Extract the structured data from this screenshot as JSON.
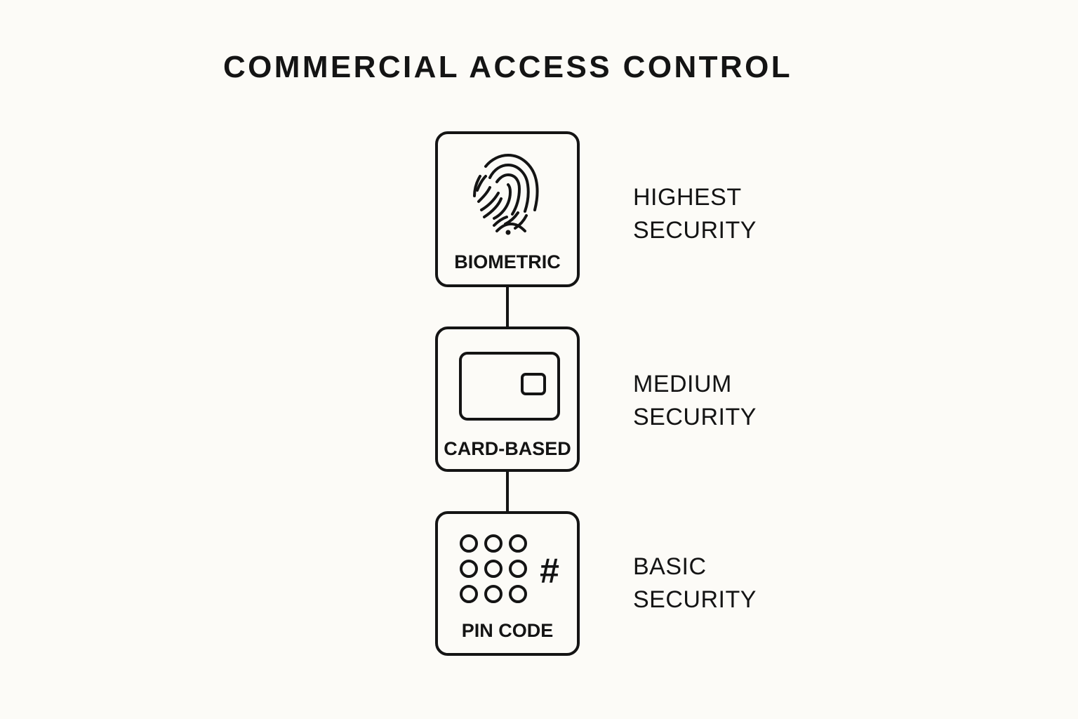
{
  "title": "COMMERCIAL ACCESS CONTROL",
  "levels": [
    {
      "method": "BIOMETRIC",
      "icon": "fingerprint-icon",
      "security": [
        "HIGHEST",
        "SECURITY"
      ]
    },
    {
      "method": "CARD-BASED",
      "icon": "card-icon",
      "security": [
        "MEDIUM",
        "SECURITY"
      ]
    },
    {
      "method": "PIN CODE",
      "icon": "keypad-icon",
      "keypad_symbol": "#",
      "security": [
        "BASIC",
        "SECURITY"
      ]
    }
  ],
  "colors": {
    "background": "#fcfbf7",
    "ink": "#141414"
  }
}
